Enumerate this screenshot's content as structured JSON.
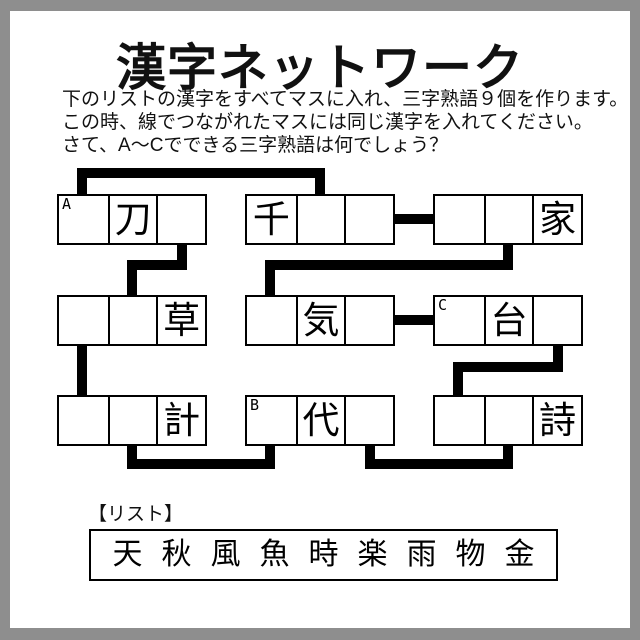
{
  "title": "漢字ネットワーク",
  "instructions": {
    "line1": "下のリストの漢字をすべてマスに入れ、三字熟語９個を作ります。",
    "line2": "この時、線でつながれたマスには同じ漢字を入れてください。",
    "line3": "さて、A〜Cでできる三字熟語は何でしょう？"
  },
  "puzzle": {
    "groups": [
      {
        "id": "r1g1",
        "label": "A",
        "cells": [
          "",
          "刀",
          ""
        ]
      },
      {
        "id": "r1g2",
        "label": "",
        "cells": [
          "千",
          "",
          ""
        ]
      },
      {
        "id": "r1g3",
        "label": "",
        "cells": [
          "",
          "",
          "家"
        ]
      },
      {
        "id": "r2g1",
        "label": "",
        "cells": [
          "",
          "",
          "草"
        ]
      },
      {
        "id": "r2g2",
        "label": "",
        "cells": [
          "",
          "気",
          ""
        ]
      },
      {
        "id": "r2g3",
        "label": "C",
        "cells": [
          "",
          "台",
          ""
        ]
      },
      {
        "id": "r3g1",
        "label": "",
        "cells": [
          "",
          "",
          "計"
        ]
      },
      {
        "id": "r3g2",
        "label": "B",
        "cells": [
          "",
          "代",
          ""
        ]
      },
      {
        "id": "r3g3",
        "label": "",
        "cells": [
          "",
          "",
          "詩"
        ]
      }
    ],
    "connections": [
      [
        "r1g1-cell1",
        "r1g2-cell2"
      ],
      [
        "r1g2-cell3",
        "r1g3-cell1"
      ],
      [
        "r1g1-cell3",
        "r2g1-cell2"
      ],
      [
        "r1g3-cell2",
        "r2g2-cell1"
      ],
      [
        "r2g2-cell3",
        "r2g3-cell1"
      ],
      [
        "r2g1-cell1",
        "r3g1-cell1"
      ],
      [
        "r2g3-cell3",
        "r3g3-cell1"
      ],
      [
        "r3g1-cell2",
        "r3g2-cell1"
      ],
      [
        "r3g2-cell3",
        "r3g3-cell2"
      ]
    ]
  },
  "list": {
    "heading": "【リスト】",
    "kanji": [
      "天",
      "秋",
      "風",
      "魚",
      "時",
      "楽",
      "雨",
      "物",
      "金"
    ]
  },
  "colors": {
    "frame": "#8e8e8e",
    "page": "#ffffff",
    "line": "#000000"
  }
}
